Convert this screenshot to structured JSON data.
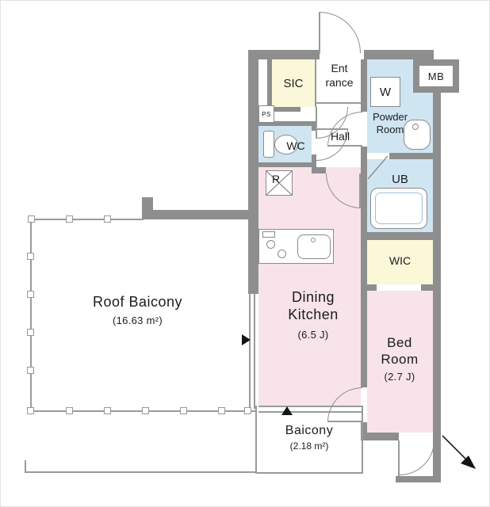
{
  "palette": {
    "wall": "#8e8e8e",
    "line": "#9a9a9a",
    "arc": "#8f8f8f",
    "pink": "#f8e3ea",
    "blue": "#cfe5f2",
    "yellow": "#fbf7d9",
    "ink": "#1c1c1c"
  },
  "rooms": {
    "roof_balcony": {
      "label": "Roof Baicony",
      "area": "(16.63 m²)"
    },
    "dining_kitchen": {
      "line1": "Dining",
      "line2": "Kitchen",
      "area": "(6.5 J)"
    },
    "bed_room": {
      "line1": "Bed",
      "line2": "Room",
      "area": "(2.7 J)"
    },
    "balcony": {
      "label": "Baicony",
      "area": "(2.18 m²)"
    },
    "entrance": {
      "line1": "Ent",
      "line2": "rance"
    },
    "hall": {
      "label": "Hall"
    },
    "sic": {
      "label": "SIC"
    },
    "wc": {
      "label": "WC"
    },
    "powder_room": {
      "line1": "Powder",
      "line2": "Room"
    },
    "washing_machine": {
      "label": "W"
    },
    "unit_bath": {
      "label": "UB"
    },
    "wic": {
      "label": "WIC"
    },
    "refrigerator": {
      "label": "R"
    },
    "meter_box": {
      "label": "MB"
    },
    "pipe_space": {
      "label": "PS"
    }
  }
}
